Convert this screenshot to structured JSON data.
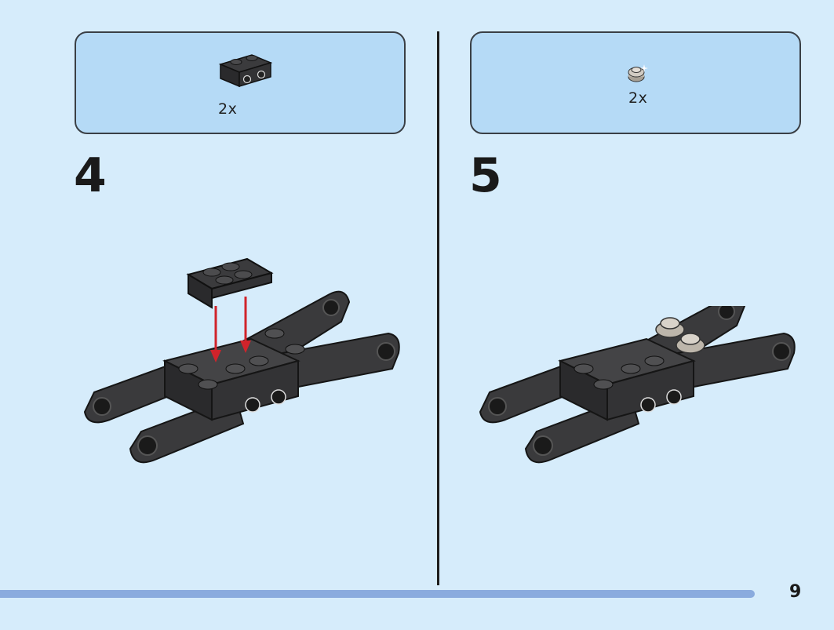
{
  "steps": [
    {
      "number": "4",
      "part_quantity": "2x",
      "part_icon": "black-bracket-plate-icon"
    },
    {
      "number": "5",
      "part_quantity": "2x",
      "part_icon": "tan-round-plate-icon"
    }
  ],
  "page_number": "9",
  "colors": {
    "background": "#d6ecfb",
    "parts_box": "#b5daf6",
    "progress_bar": "#8aabde",
    "arrow": "#d0232b",
    "brick_black": "#2f2f31",
    "brick_tan": "#bdb6ab"
  }
}
